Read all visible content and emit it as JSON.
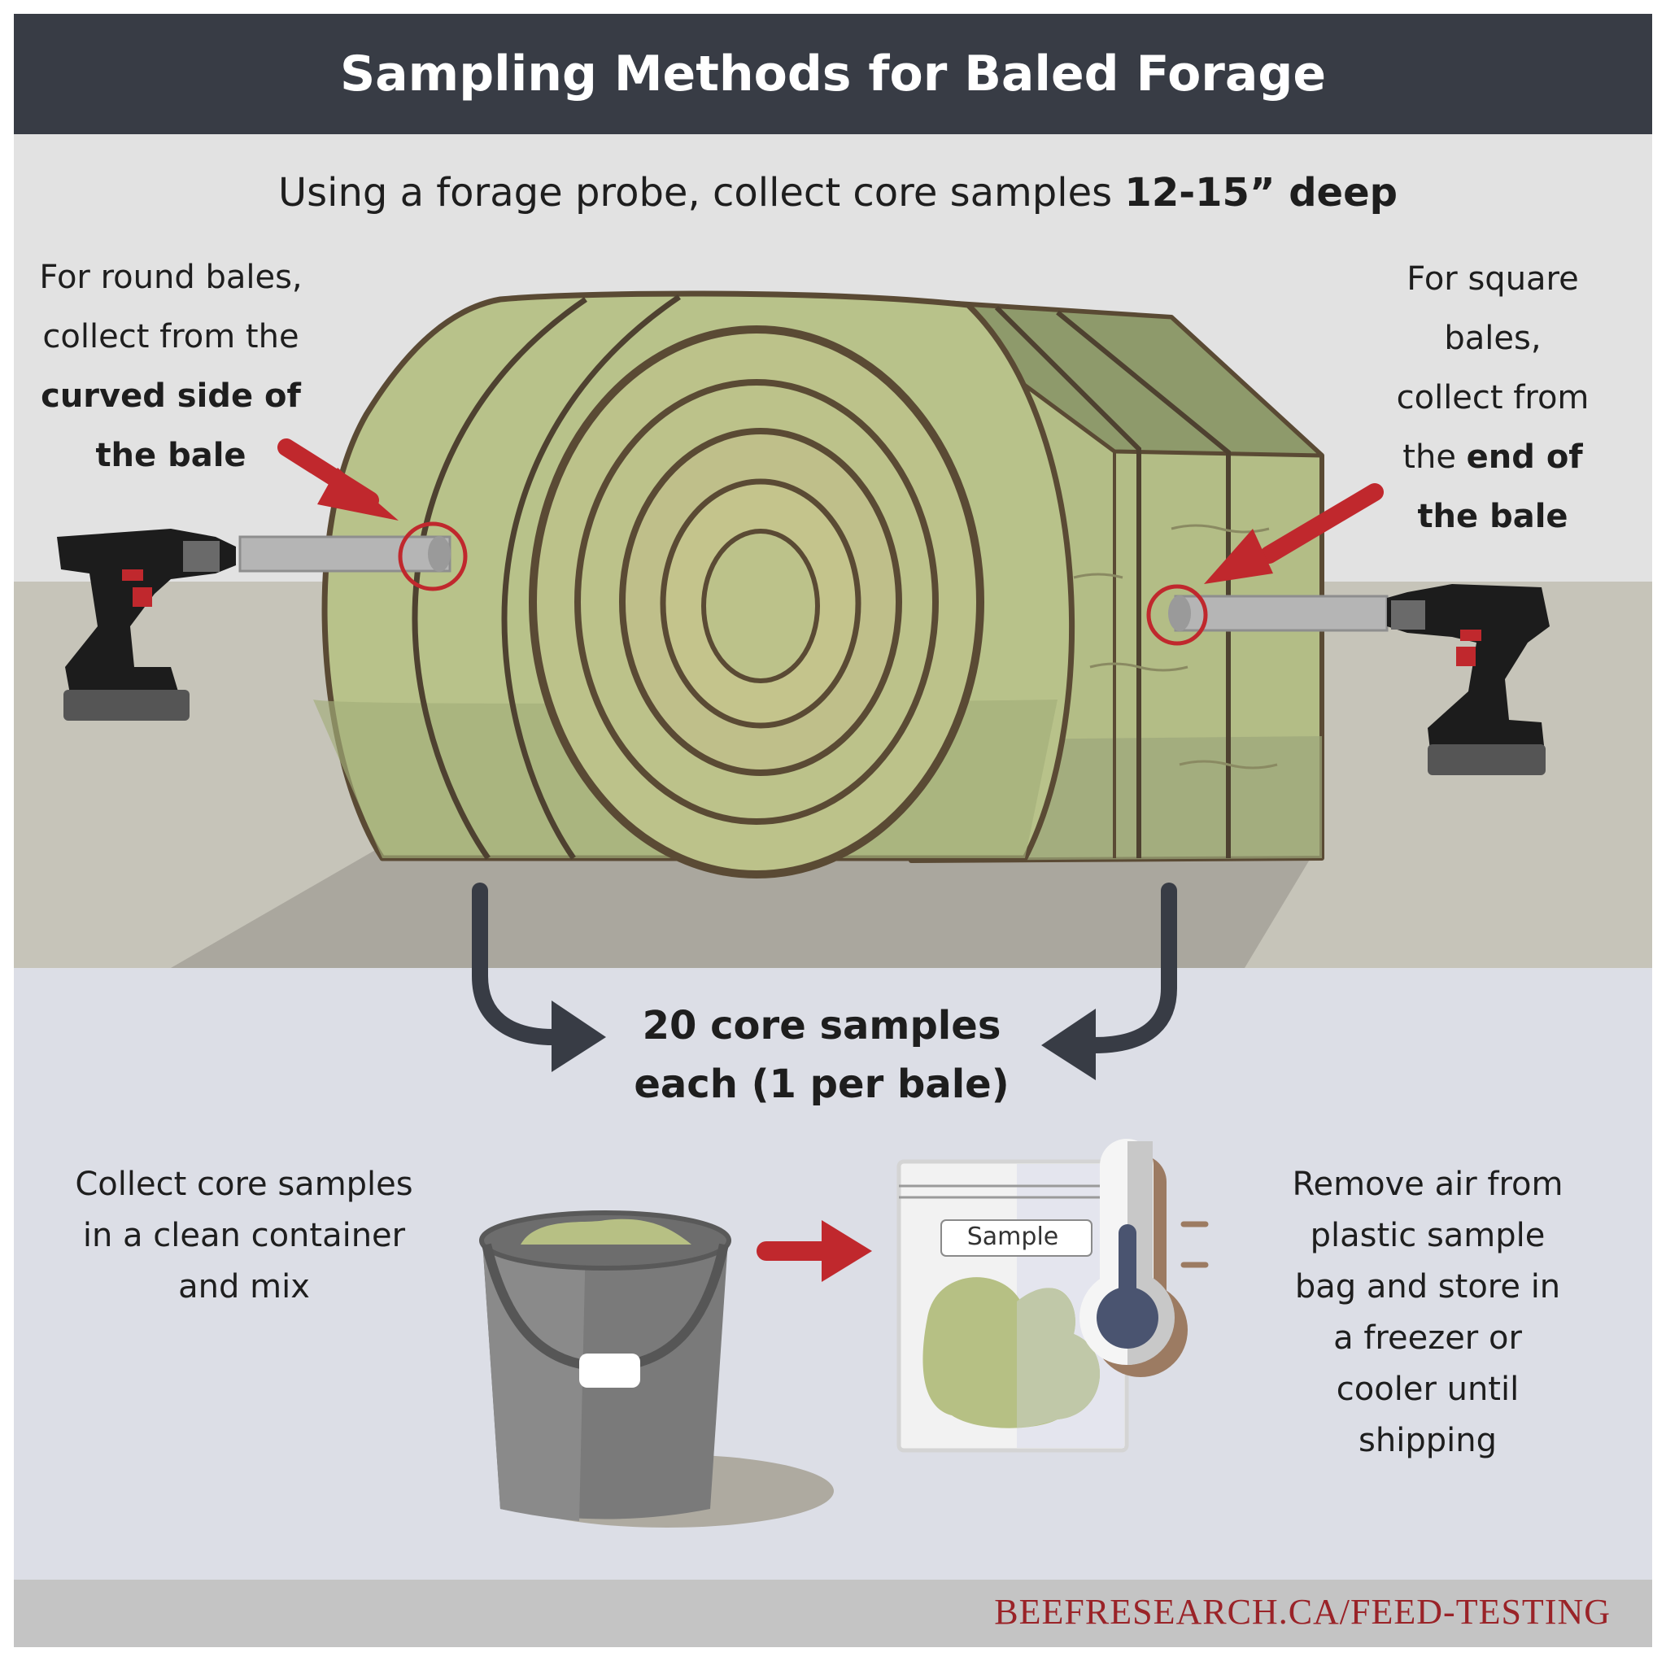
{
  "title": "Sampling Methods for Baled Forage",
  "subtitle": {
    "prefix": "Using a forage probe, collect core samples",
    "emphasis": "12-15” deep"
  },
  "round_bales": {
    "line1": "For round bales,",
    "line2": "collect from the",
    "bold1": "curved side of",
    "bold2": "the bale"
  },
  "square_bales": {
    "line1": "For square",
    "line2": "bales,",
    "line3": "collect from",
    "line4_plain": "the",
    "line4_bold": "end of",
    "bold2": "the bale"
  },
  "core_samples": {
    "line1": "20 core samples",
    "line2": "each (1 per bale)"
  },
  "collect_note": {
    "line1": "Collect core samples",
    "line2": "in a clean container",
    "line3": "and mix"
  },
  "bag_label": "Sample",
  "store_note": {
    "line1": "Remove air from",
    "line2": "plastic sample",
    "line3": "bag and store in",
    "line4": "a freezer or",
    "line5": "cooler until",
    "line6": "shipping"
  },
  "footer": "BEEFRESEARCH.CA/FEED-TESTING",
  "colors": {
    "header": "#383c45",
    "accent_red": "#c0282d",
    "hay": "#b8c28a",
    "hay_outline": "#5a4a34",
    "footer_text": "#9a2328",
    "lower_panel": "#dcdee6"
  }
}
